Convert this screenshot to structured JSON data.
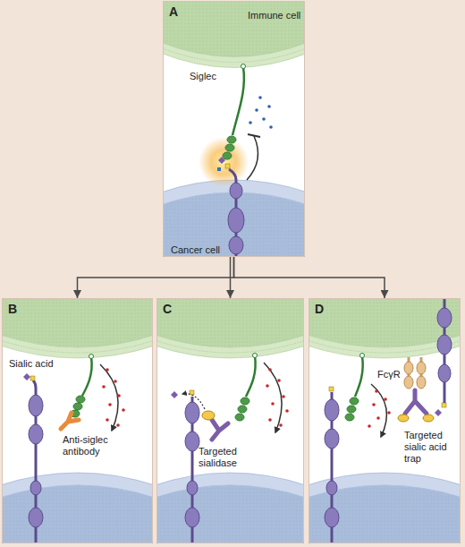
{
  "diagram": {
    "nodes": [
      {
        "text": [
          "A"
        ]
      },
      {
        "text": [
          "Immune cell"
        ],
        "in": 0
      },
      {
        "text": [
          "Cancer cell"
        ],
        "in": 0
      },
      {
        "text": [
          "B"
        ]
      },
      {
        "text": [
          "C"
        ]
      },
      {
        "text": [
          "D"
        ]
      }
    ],
    "edges": [
      {
        "from": 0,
        "to": 3,
        "arrow": "to"
      },
      {
        "from": 0,
        "to": 4,
        "arrow": "to"
      },
      {
        "from": 0,
        "to": 5,
        "arrow": "to"
      }
    ],
    "labels": [
      "Siglec",
      "Sialic acid",
      "Anti-siglec antibody",
      "Targeted sialidase",
      "FcγR",
      "Targeted sialic acid trap"
    ]
  }
}
